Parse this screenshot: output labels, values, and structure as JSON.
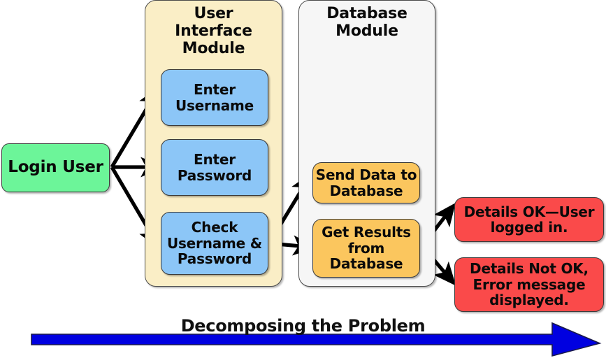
{
  "diagram": {
    "caption": "Decomposing the Problem",
    "start_node": {
      "label": "Login User"
    },
    "modules": [
      {
        "title": "User\nInterface\nModule",
        "steps": [
          {
            "label": "Enter\nUsername"
          },
          {
            "label": "Enter\nPassword"
          },
          {
            "label": "Check\nUsername &\nPassword"
          }
        ]
      },
      {
        "title": "Database\nModule",
        "steps": [
          {
            "label": "Send Data to\nDatabase"
          },
          {
            "label": "Get Results\nfrom\nDatabase"
          }
        ]
      }
    ],
    "outcomes": [
      {
        "label": "Details OK—User\nlogged in."
      },
      {
        "label": "Details Not OK,\nError message\ndisplayed."
      }
    ],
    "colors": {
      "start": "#6cf599",
      "ui_module_bg": "#faeec6",
      "ui_step": "#8cc6f7",
      "db_module_bg": "#f6f6f6",
      "db_step": "#fbc65e",
      "outcome": "#fa4a4a",
      "connector": "#000000",
      "caption_arrow": "#0000e0"
    }
  }
}
